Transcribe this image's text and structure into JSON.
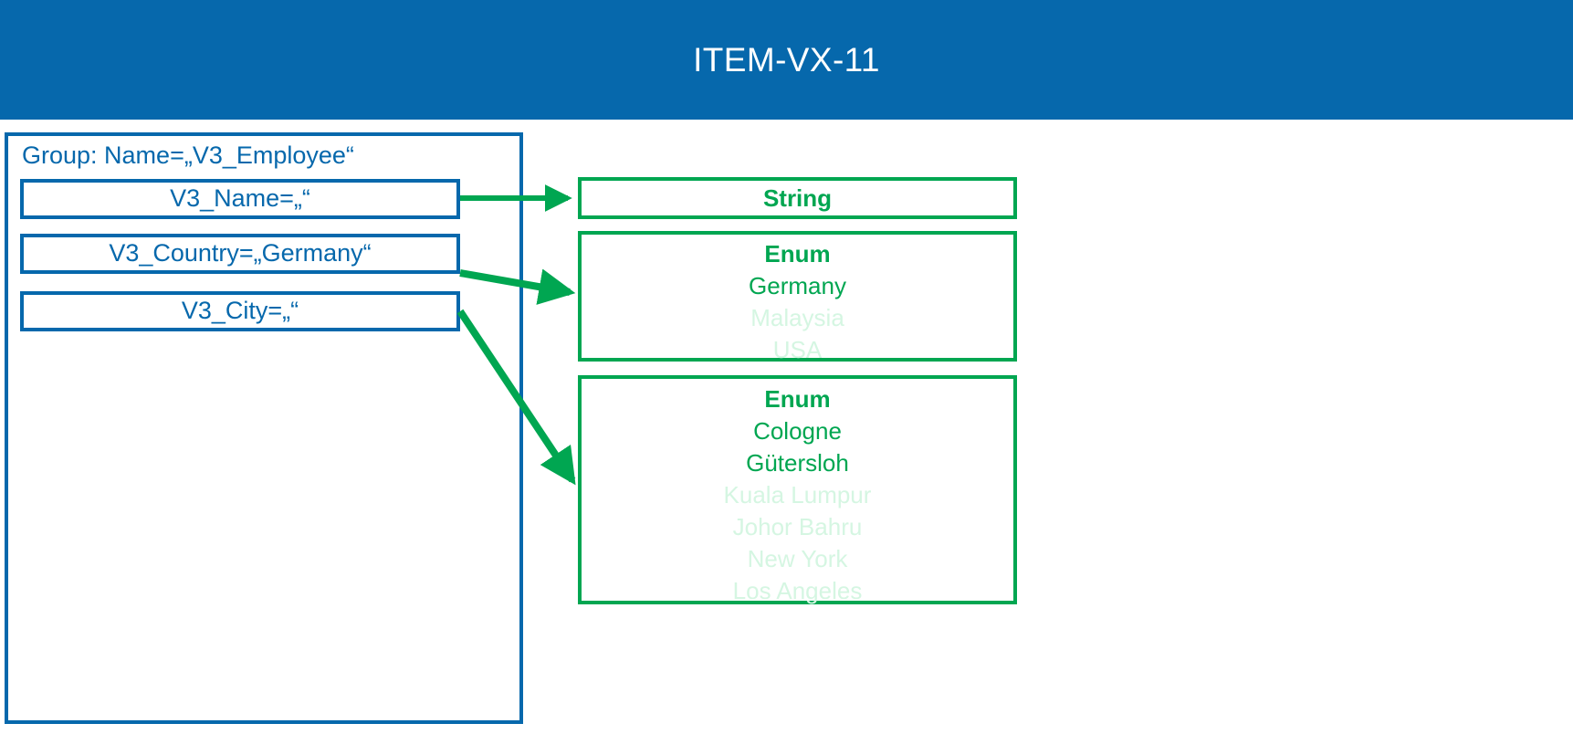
{
  "header": {
    "title": "ITEM-VX-11",
    "background_color": "#0668AC",
    "text_color": "#FFFFFF"
  },
  "colors": {
    "blue": "#0668AC",
    "green": "#00A651",
    "green_faded": "#D5F6E2",
    "background": "#FFFFFF"
  },
  "group_panel": {
    "label": "Group: Name=„V3_Employee“",
    "fields": [
      {
        "text": "V3_Name=„“",
        "name": "V3_Name",
        "value": ""
      },
      {
        "text": "V3_Country=„Germany“",
        "name": "V3_Country",
        "value": "Germany"
      },
      {
        "text": "V3_City=„“",
        "name": "V3_City",
        "value": ""
      }
    ]
  },
  "type_boxes": [
    {
      "title": "String",
      "values": []
    },
    {
      "title": "Enum",
      "values": [
        {
          "label": "Germany",
          "active": true
        },
        {
          "label": "Malaysia",
          "active": false
        },
        {
          "label": "USA",
          "active": false
        }
      ]
    },
    {
      "title": "Enum",
      "values": [
        {
          "label": "Cologne",
          "active": true
        },
        {
          "label": "Gütersloh",
          "active": true
        },
        {
          "label": "Kuala Lumpur",
          "active": false
        },
        {
          "label": "Johor Bahru",
          "active": false
        },
        {
          "label": "New York",
          "active": false
        },
        {
          "label": "Los Angeles",
          "active": false
        }
      ]
    }
  ],
  "connectors": [
    {
      "from": "V3_Name",
      "to": "String"
    },
    {
      "from": "V3_Country",
      "to": "Enum-Country"
    },
    {
      "from": "V3_City",
      "to": "Enum-City"
    }
  ]
}
